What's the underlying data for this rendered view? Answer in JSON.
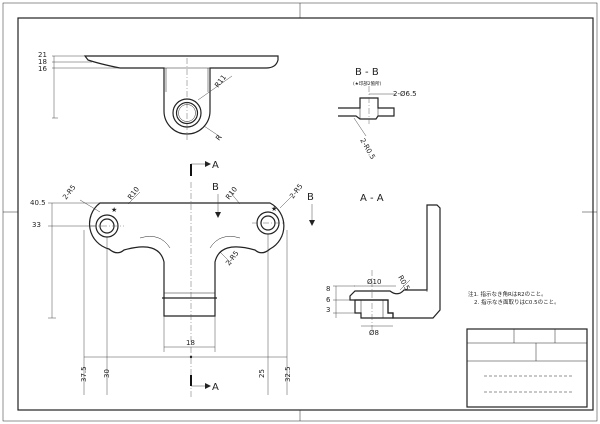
{
  "drawing": {
    "top_view": {
      "dims": [
        "21",
        "18",
        "16"
      ],
      "radius_labels": [
        "R11",
        "R"
      ]
    },
    "front_view": {
      "left_dims": [
        "40.5",
        "33"
      ],
      "radius_labels": [
        "2-R5",
        "R10",
        "R10",
        "2-R5",
        "2-R5"
      ],
      "star": "★",
      "bottom_dims": [
        "18",
        "37.5",
        "30",
        "25",
        "32.5"
      ]
    },
    "section_markers": {
      "a_top": "A",
      "a_bottom": "A",
      "b_left": "B",
      "b_right": "B"
    },
    "section_bb": {
      "title": "B - B",
      "note": "(★印部2箇所)",
      "callouts": [
        "2-Ø6.5",
        "2-R0.5"
      ]
    },
    "section_aa": {
      "title": "A - A",
      "callouts": [
        "Ø10",
        "R0.5",
        "Ø8"
      ],
      "left_dims": [
        "8",
        "6",
        "3"
      ]
    },
    "notes": [
      "注1. 指示なき角RはR2のこと。",
      "2. 指示なき面取りはC0.5のこと。"
    ]
  }
}
